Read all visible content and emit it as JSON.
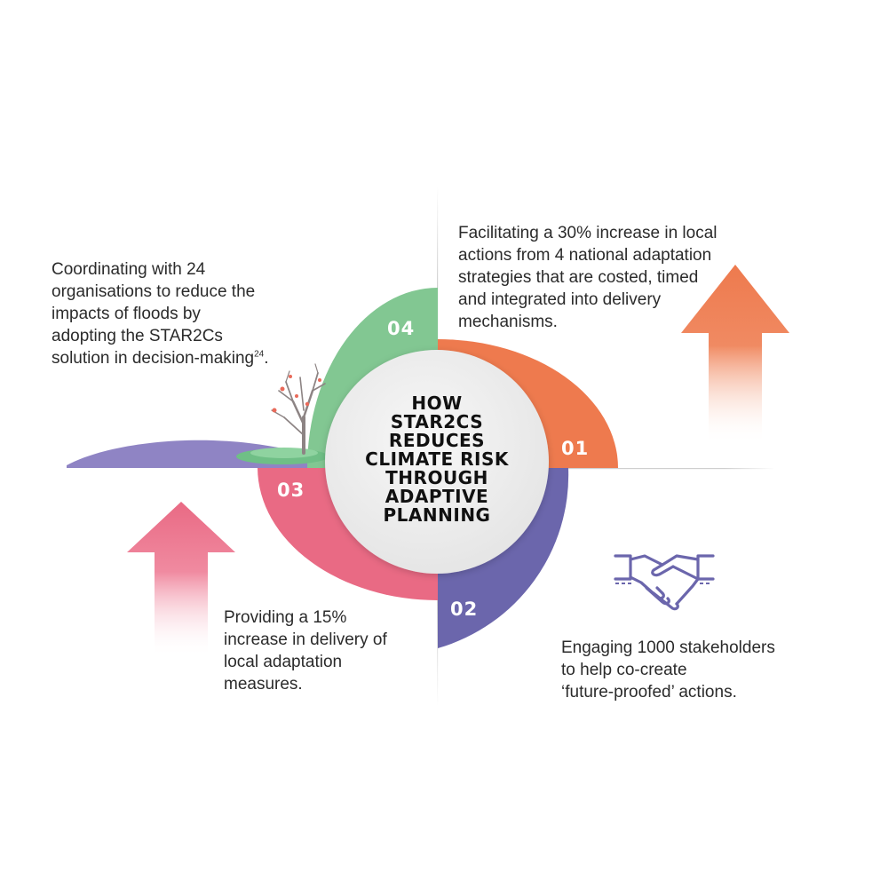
{
  "center": {
    "lines": [
      "HOW",
      "STAR2CS",
      "REDUCES",
      "CLIMATE RISK",
      "THROUGH",
      "ADAPTIVE",
      "PLANNING"
    ]
  },
  "segments": [
    {
      "id": "01",
      "label": "01",
      "color": "#ee7a4e",
      "text": [
        "Facilitating a 30% increase in local",
        "actions from 4 national adaptation",
        "strategies that are costed, timed",
        "and integrated into delivery",
        "mechanisms."
      ]
    },
    {
      "id": "02",
      "label": "02",
      "color": "#6b66ac",
      "text": [
        "Engaging 1000 stakeholders",
        "to help co-create",
        "‘future-proofed’ actions."
      ]
    },
    {
      "id": "03",
      "label": "03",
      "color": "#e96a84",
      "text": [
        "Providing a 15%",
        "increase in delivery of",
        "local adaptation",
        "measures."
      ]
    },
    {
      "id": "04",
      "label": "04",
      "color": "#82c792",
      "text": [
        "Coordinating with 24",
        "organisations to reduce the",
        "impacts of floods by",
        "adopting the STAR2Cs",
        "solution in decision-making"
      ],
      "footnote": "24",
      "trailing": "."
    }
  ],
  "icons": {
    "arrow_01": "up-arrow-icon",
    "arrow_03": "up-arrow-icon",
    "handshake": "handshake-icon",
    "tree": "tree-icon",
    "flood": "flood-water-icon"
  }
}
